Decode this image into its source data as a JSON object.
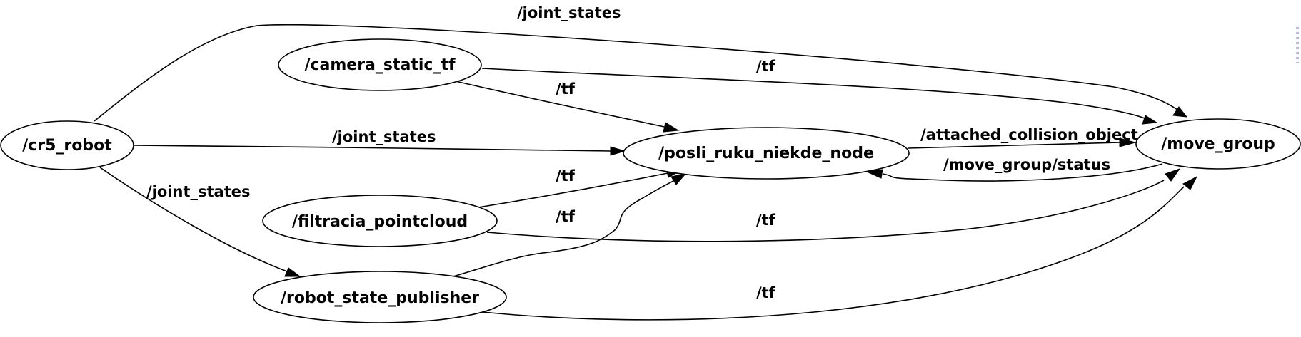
{
  "graph": {
    "nodes": {
      "cr5_robot": "/cr5_robot",
      "camera_static_tf": "/camera_static_tf",
      "posli_ruku_niekde_node": "/posli_ruku_niekde_node",
      "move_group": "/move_group",
      "filtracia_pointcloud": "/filtracia_pointcloud",
      "robot_state_publisher": "/robot_state_publisher"
    },
    "edges": {
      "cr5_to_move_group": "/joint_states",
      "camera_to_move_group": "/tf",
      "camera_to_posli": "/tf",
      "cr5_to_posli": "/joint_states",
      "posli_to_move_group": "/attached_collision_object",
      "move_group_to_posli": "/move_group/status",
      "cr5_to_robot_state_publisher": "/joint_states",
      "filtracia_to_posli": "/tf",
      "robot_state_publisher_to_posli": "/tf",
      "filtracia_to_move_group": "/tf",
      "robot_state_publisher_to_move_group": "/tf"
    }
  }
}
